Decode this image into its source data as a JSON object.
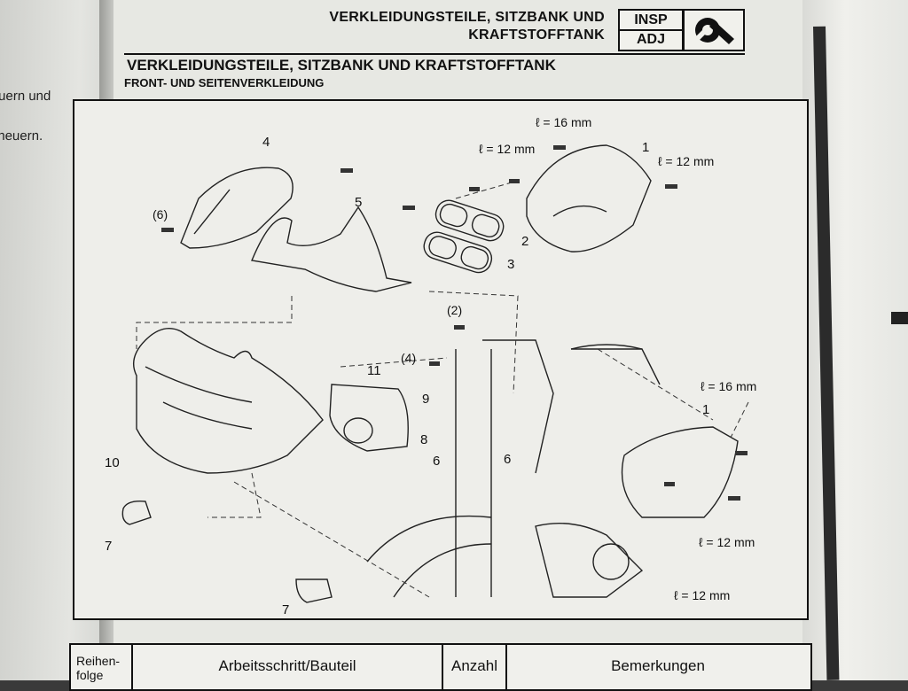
{
  "left_page": {
    "fragments": [
      "uern und",
      "neuern."
    ]
  },
  "header": {
    "title_line1": "VERKLEIDUNGSTEILE, SITZBANK UND",
    "title_line2": "KRAFTSTOFFTANK",
    "badge_top": "INSP",
    "badge_bottom": "ADJ",
    "icon": "wrench-tool-icon"
  },
  "section": {
    "title": "VERKLEIDUNGSTEILE, SITZBANK UND KRAFTSTOFFTANK",
    "subtitle": "FRONT- UND SEITENVERKLEIDUNG"
  },
  "diagram": {
    "callouts": {
      "c1_top": "1",
      "c1_right": "1",
      "c2": "2",
      "c3": "3",
      "c4": "4",
      "c5": "5",
      "c6a": "6",
      "c6b": "6",
      "c7_left": "7",
      "c7_bottom": "7",
      "c8": "8",
      "c9": "9",
      "c10": "10",
      "c11": "11",
      "c_6p": "(6)",
      "c_2p": "(2)",
      "c_4p": "(4)"
    },
    "lengths": {
      "l16_top": "ℓ = 16 mm",
      "l12_top_left": "ℓ = 12 mm",
      "l12_top_right": "ℓ = 12 mm",
      "l16_right": "ℓ = 16 mm",
      "l12_right": "ℓ = 12 mm",
      "l12_bottom": "ℓ = 12 mm"
    }
  },
  "table": {
    "col1": "Reihen-folge",
    "col2": "Arbeitsschritt/Bauteil",
    "col3": "Anzahl",
    "col4": "Bemerkungen"
  }
}
